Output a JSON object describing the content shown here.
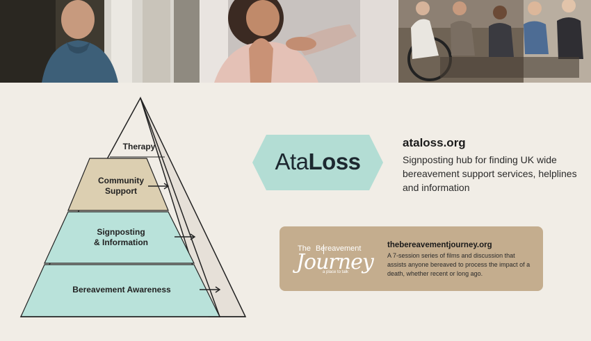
{
  "photos": [
    {
      "icon": "elderly-man-photo"
    },
    {
      "icon": "grieving-woman-photo"
    },
    {
      "icon": "support-group-photo"
    }
  ],
  "pyramid": {
    "levels": [
      {
        "label": "Therapy"
      },
      {
        "label_line1": "Community",
        "label_line2": "Support"
      },
      {
        "label_line1": "Signposting",
        "label_line2": "& Information"
      },
      {
        "label": "Bereavement Awareness"
      }
    ],
    "colors": {
      "therapy": "#e6e0d8",
      "community": "#dccfb1",
      "signposting": "#b9e2da",
      "awareness": "#b9e2da"
    }
  },
  "ataloss": {
    "logo_light": "Ata",
    "logo_bold": "Loss",
    "badge_color": "#b3ddd4",
    "url": "ataloss.org",
    "description": "Signposting hub for finding UK wide bereavement support services, helplines and information"
  },
  "tbj": {
    "logo_the": "The",
    "logo_bereavement": "Bereavement",
    "logo_journey": "Journey",
    "logo_tagline": "a place to talk",
    "card_color": "#c4ad8e",
    "url": "thebereavementjourney.org",
    "description": "A 7-session series of films and discussion that assists anyone bereaved to process the impact of a death, whether recent or long ago."
  }
}
